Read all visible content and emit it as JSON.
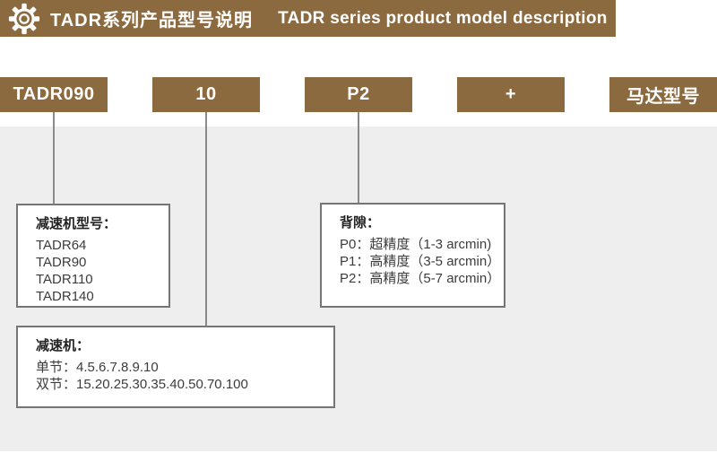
{
  "header": {
    "title_zh": "TADR系列产品型号说明",
    "title_en": "TADR series product model description",
    "icon": "gear-icon"
  },
  "model_code": {
    "segments": [
      {
        "id": "series",
        "label": "TADR090"
      },
      {
        "id": "ratio",
        "label": "10"
      },
      {
        "id": "backlash",
        "label": "P2"
      },
      {
        "id": "plus",
        "label": "+"
      },
      {
        "id": "motor",
        "label": "马达型号"
      }
    ]
  },
  "callouts": [
    {
      "title": "减速机型号：",
      "items": [
        "TADR64",
        "TADR90",
        "TADR110",
        "TADR140"
      ]
    },
    {
      "title": "背隙：",
      "items": [
        "P0：超精度（1-3 arcmin)",
        "P1：高精度（3-5 arcmin）",
        "P2：高精度（5-7 arcmin）"
      ]
    },
    {
      "title": "减速机：",
      "items": [
        "单节：4.5.6.7.8.9.10",
        "双节：15.20.25.30.35.40.50.70.100"
      ]
    }
  ],
  "colors": {
    "brand_brown": "#8c6a3f",
    "panel_gray": "#eeeeee",
    "box_border": "#757575",
    "connector_gray": "#8a8a8a",
    "text_dark": "#3c3c3c",
    "text_white": "#ffffff"
  }
}
